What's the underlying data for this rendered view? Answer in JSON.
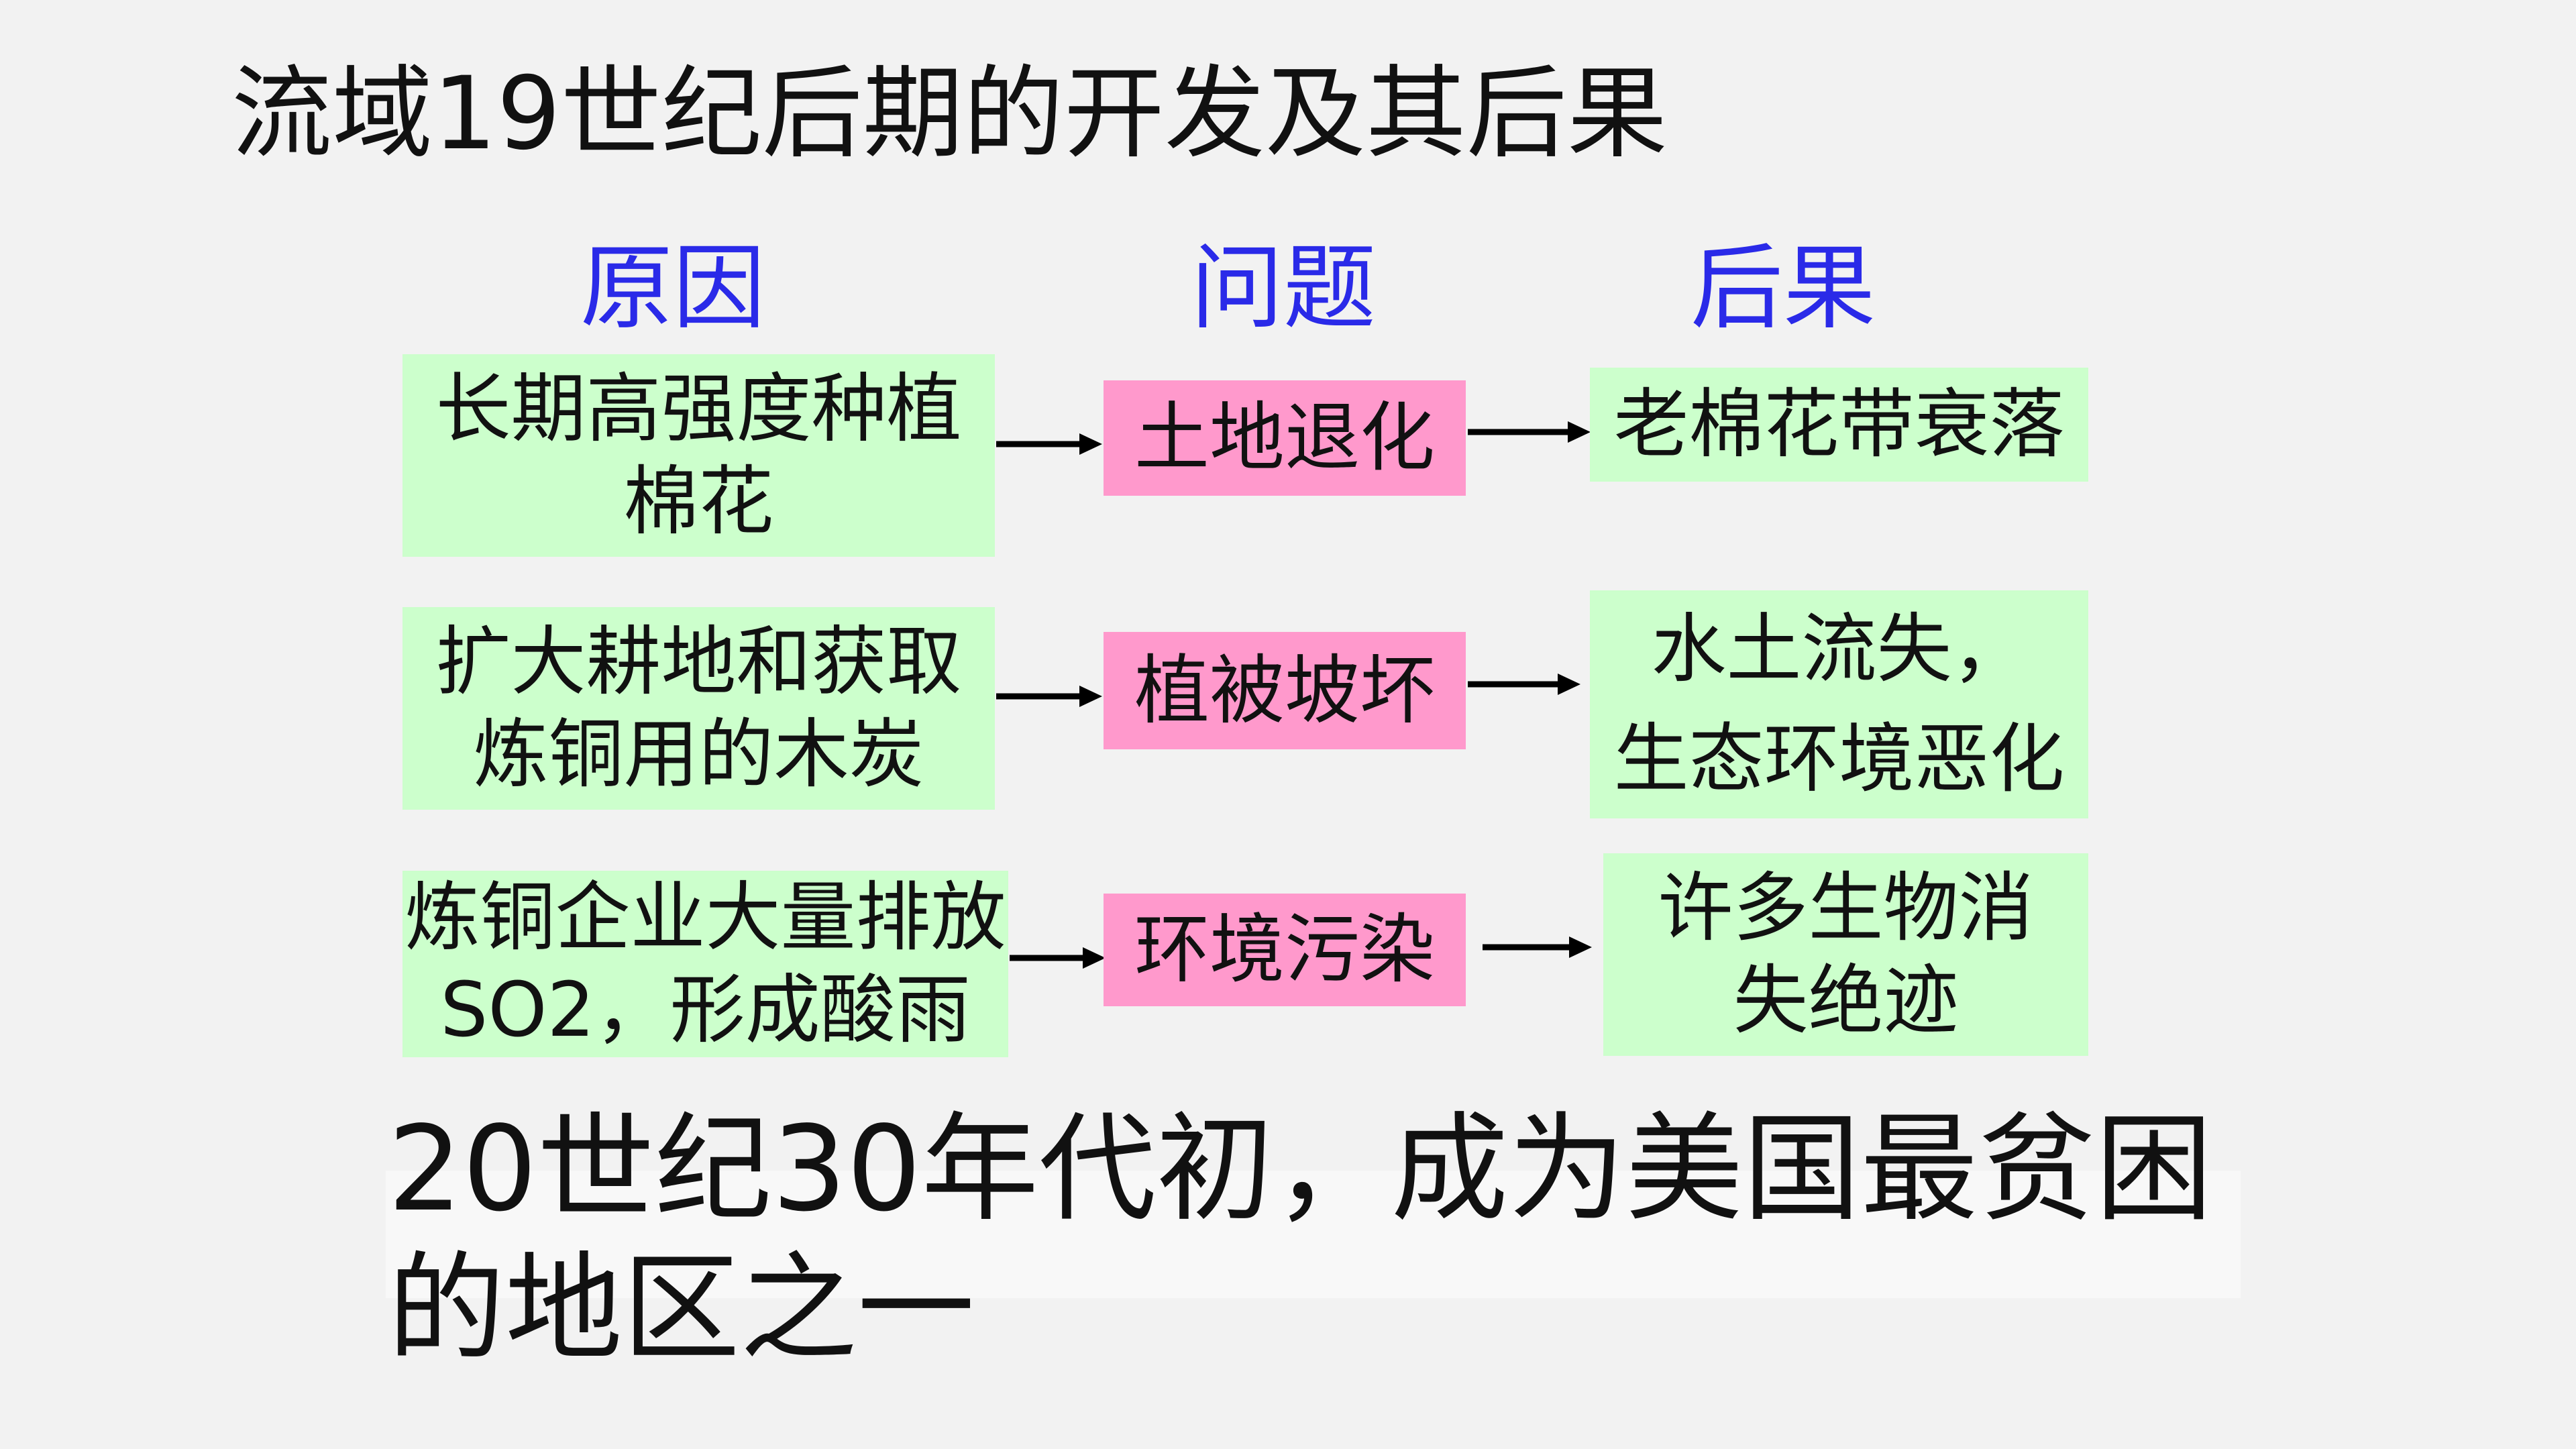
{
  "title": "流域19世纪后期的开发及其后果",
  "headers": {
    "cause": "原因",
    "problem": "问题",
    "consequence": "后果"
  },
  "rows": [
    {
      "cause": [
        "长期高强度种植",
        "棉花"
      ],
      "problem": "土地退化",
      "consequence": [
        "老棉花带衰落"
      ]
    },
    {
      "cause": [
        "扩大耕地和获取",
        "炼铜用的木炭"
      ],
      "problem": "植被坡坏",
      "consequence": [
        "水土流失，",
        "生态环境恶化"
      ]
    },
    {
      "cause": [
        "炼铜企业大量排放",
        "SO2，形成酸雨"
      ],
      "problem": "环境污染",
      "consequence": [
        "许多生物消",
        "失绝迹"
      ]
    }
  ],
  "conclusion": [
    "20世纪30年代初，成为美国最贫困",
    "的地区之一"
  ],
  "colors": {
    "cause_box": "#ccffcc",
    "problem_box": "#ff99cc",
    "header": "#2a2ae8"
  }
}
